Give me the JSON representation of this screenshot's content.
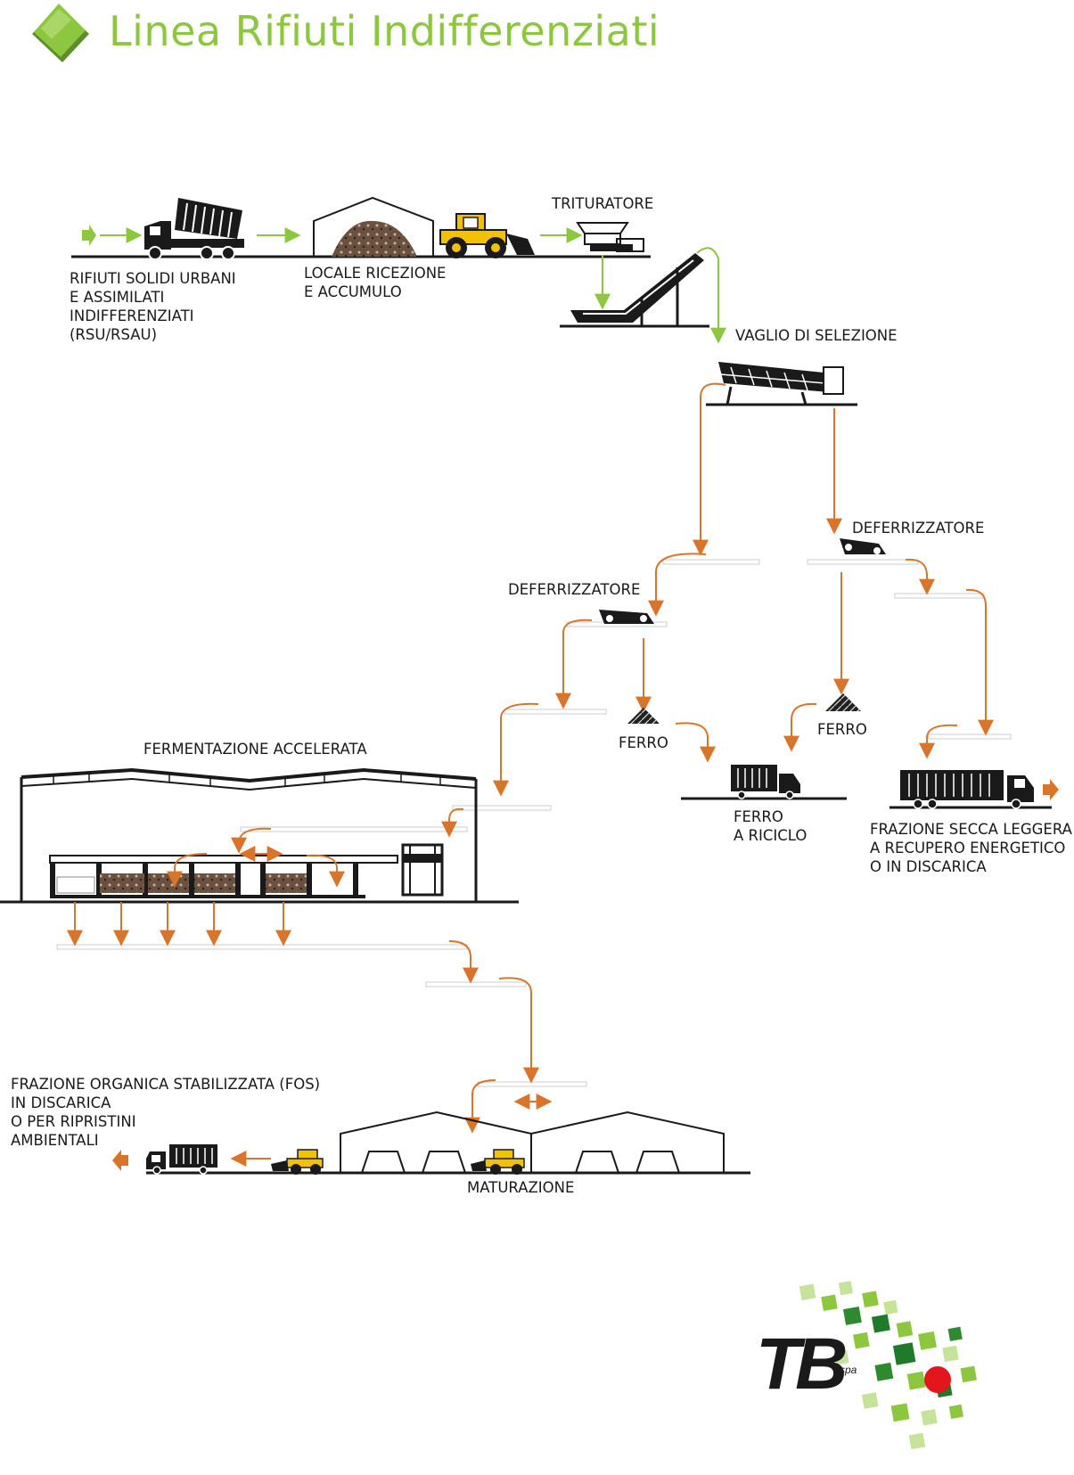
{
  "title": "Linea Rifiuti Indifferenziati",
  "labels": {
    "rsu": [
      "RIFIUTI SOLIDI URBANI",
      "E ASSIMILATI",
      "INDIFFERENZIATI",
      "(RSU/RSAU)"
    ],
    "locale": [
      "LOCALE RICEZIONE",
      "E ACCUMULO"
    ],
    "trituratore": "TRITURATORE",
    "vaglio": "VAGLIO DI SELEZIONE",
    "deferrizzatore_right": "DEFERRIZZATORE",
    "deferrizzatore_left": "DEFERRIZZATORE",
    "ferro_left": "FERRO",
    "ferro_right": "FERRO",
    "fermentazione": "FERMENTAZIONE ACCELERATA",
    "ferro_riciclo": [
      "FERRO",
      "A RICICLO"
    ],
    "frazione_secca": [
      "FRAZIONE SECCA LEGGERA",
      "A RECUPERO ENERGETICO",
      "O IN DISCARICA"
    ],
    "fos": [
      "FRAZIONE ORGANICA STABILIZZATA (FOS)",
      "IN DISCARICA",
      "O PER RIPRISTINI",
      "AMBIENTALI"
    ],
    "maturazione": "MATURAZIONE"
  },
  "logo": {
    "text": "TB",
    "sub": "spa"
  },
  "colors": {
    "green": "#8dc63f",
    "orange": "#d9742b",
    "dark": "#1a1a1a"
  }
}
